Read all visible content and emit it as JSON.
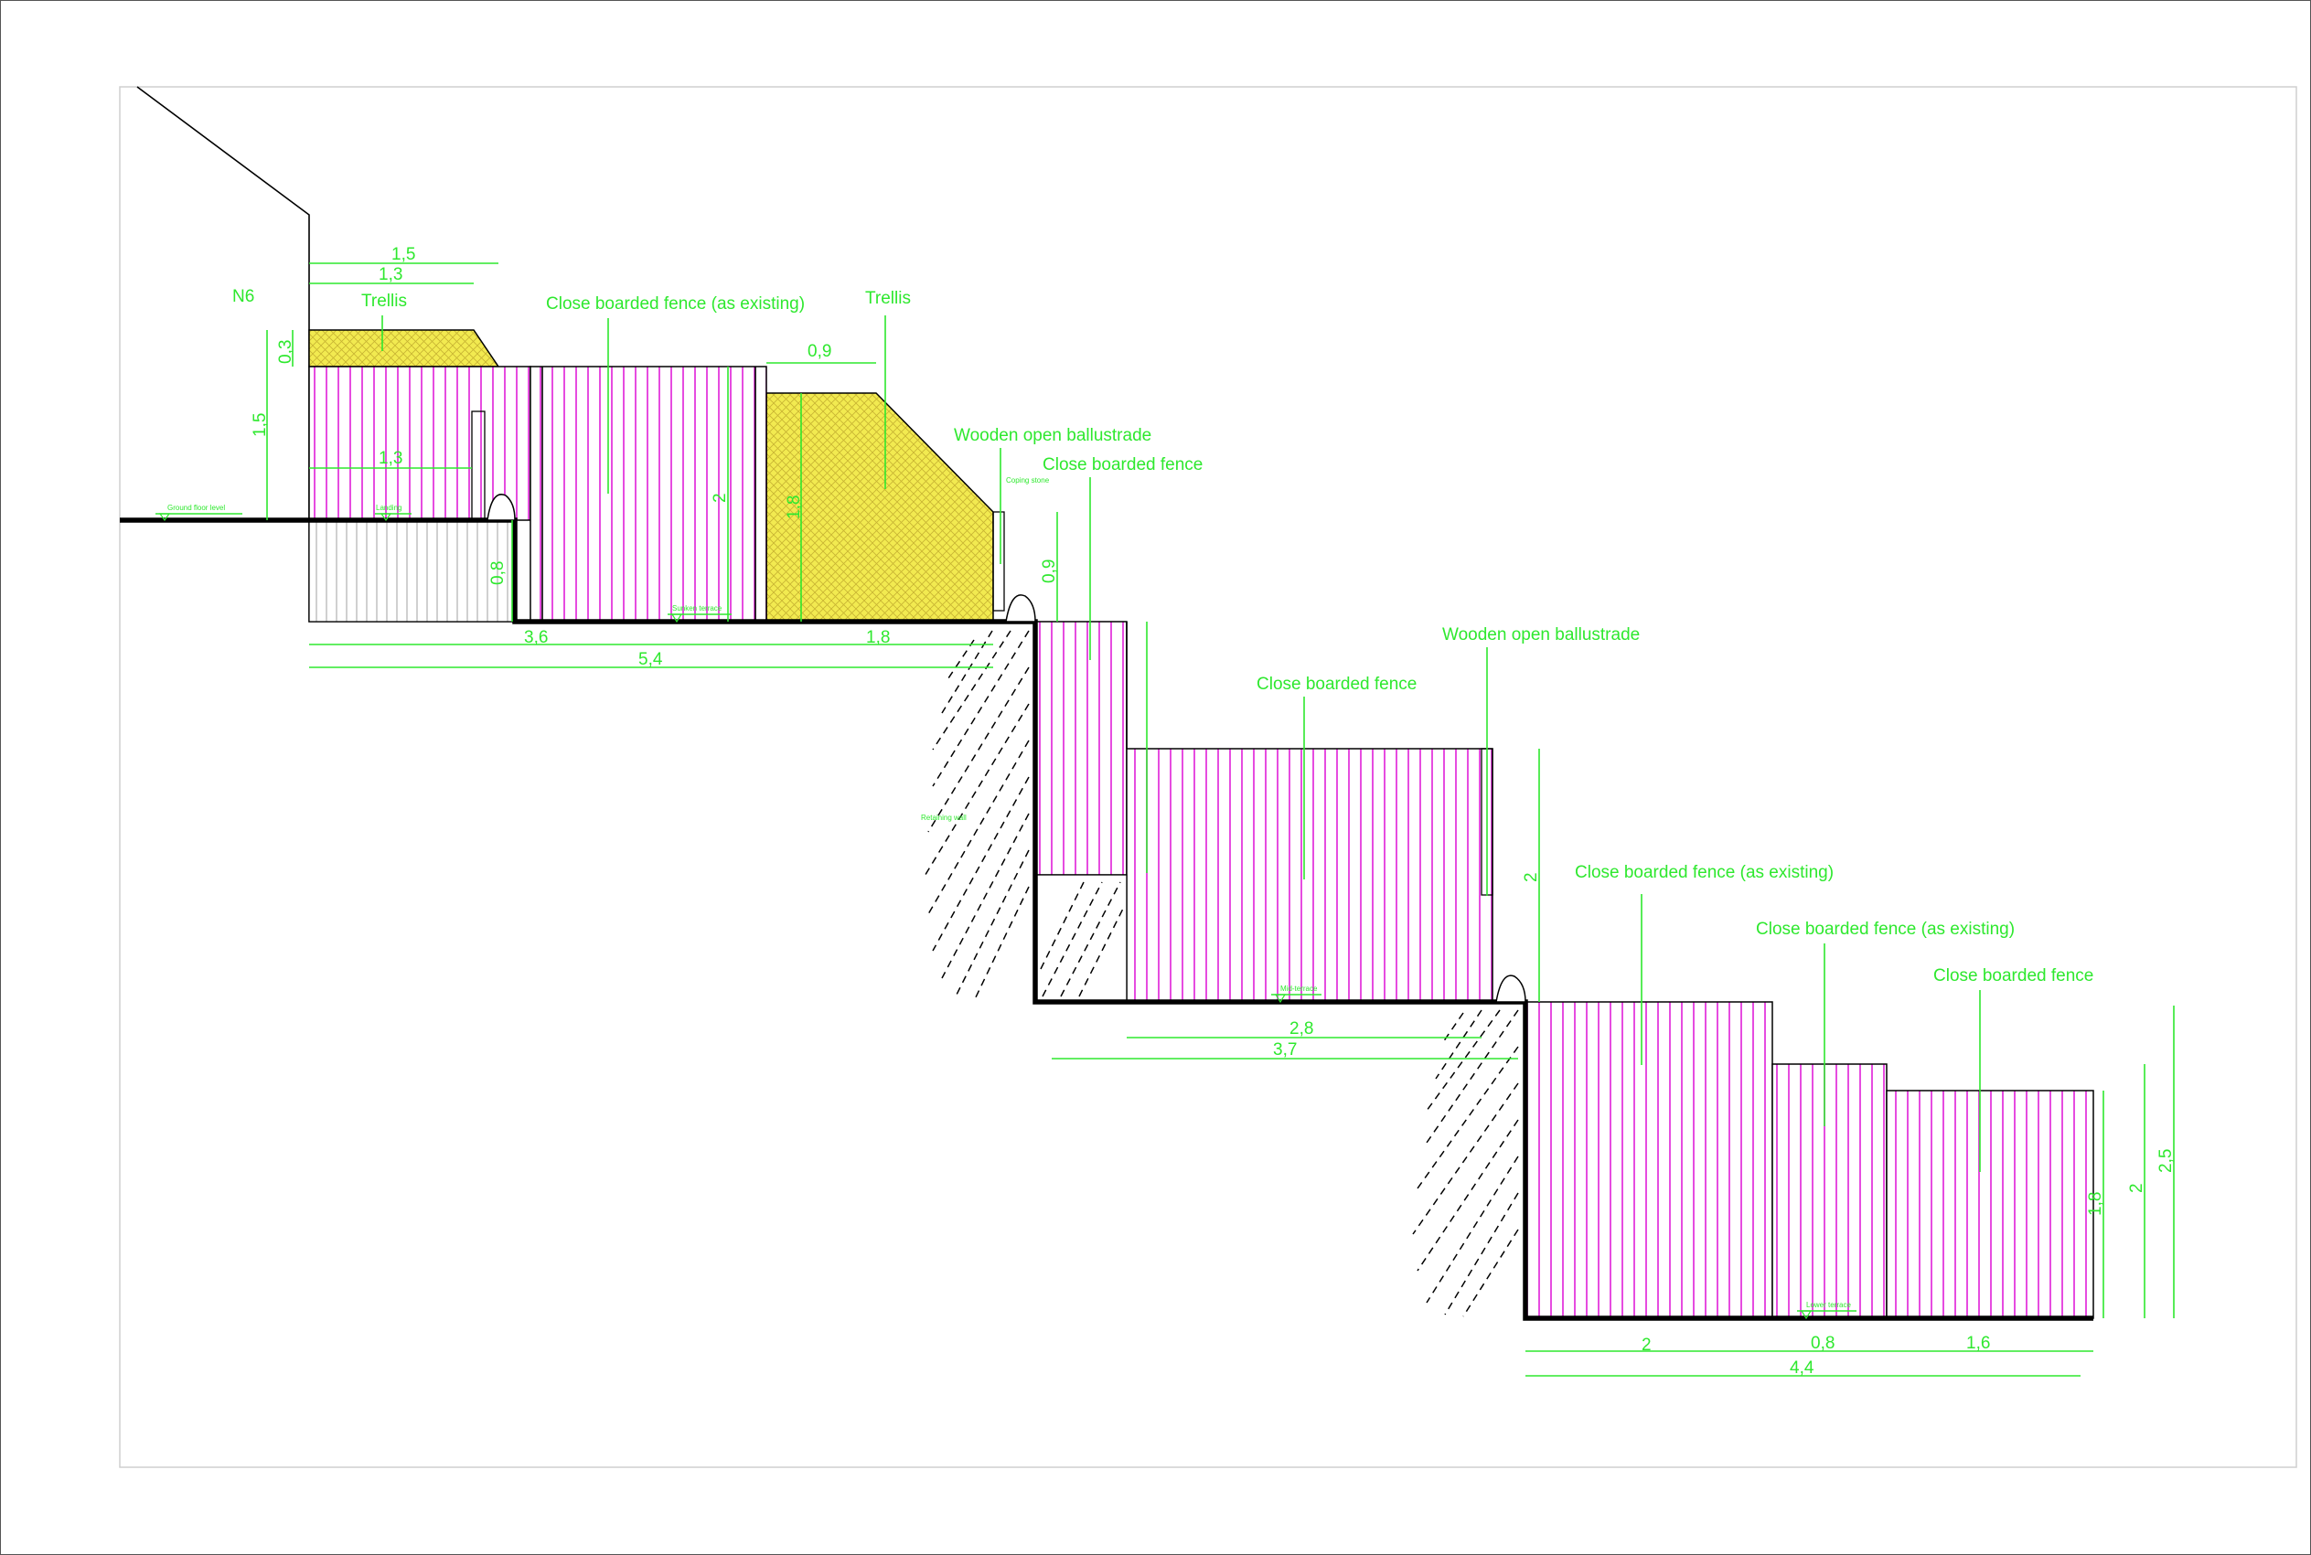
{
  "labels": {
    "n6": "N6",
    "trellis_1": "Trellis",
    "trellis_2": "Trellis",
    "fence_existing_1": "Close boarded fence (as existing)",
    "ballustrade_1": "Wooden open ballustrade",
    "fence_2": "Close boarded fence",
    "ballustrade_2": "Wooden open ballustrade",
    "fence_3": "Close boarded fence",
    "fence_existing_2": "Close boarded fence (as existing)",
    "fence_existing_3": "Close boarded fence (as existing)",
    "fence_4": "Close boarded fence"
  },
  "small_labels": {
    "ground_floor": "Ground floor level",
    "landing": "Landing",
    "sunken_terrace": "Sunken terrace",
    "coping_stone": "Coping stone",
    "retaining_wall": "Retaining wall",
    "mid_terrace": "Mid-terrace",
    "lower_terrace": "Lower terrace"
  },
  "dimensions": {
    "d_1_5_top": "1,5",
    "d_1_3_top": "1,3",
    "d_0_3": "0,3",
    "d_1_5_side": "1,5",
    "d_1_3_inner": "1,3",
    "d_0_8": "0,8",
    "d_2_upper": "2",
    "d_0_9_top": "0,9",
    "d_1_8_side": "1,8",
    "d_0_9_side": "0,9",
    "d_3_6": "3,6",
    "d_1_8_bottom": "1,8",
    "d_5_4": "5,4",
    "d_2_mid": "2",
    "d_2_8": "2,8",
    "d_3_7": "3,7",
    "d_2": "2",
    "d_0_8_low": "0,8",
    "d_1_6": "1,6",
    "d_4_4": "4,4",
    "d_1_8_low": "1,8",
    "d_2_low": "2",
    "d_2_5": "2,5"
  },
  "colors": {
    "annotation": "#2ee82e",
    "fence_board": "#e020d8",
    "trellis": "#f2ea50",
    "wall_line": "#000000"
  }
}
